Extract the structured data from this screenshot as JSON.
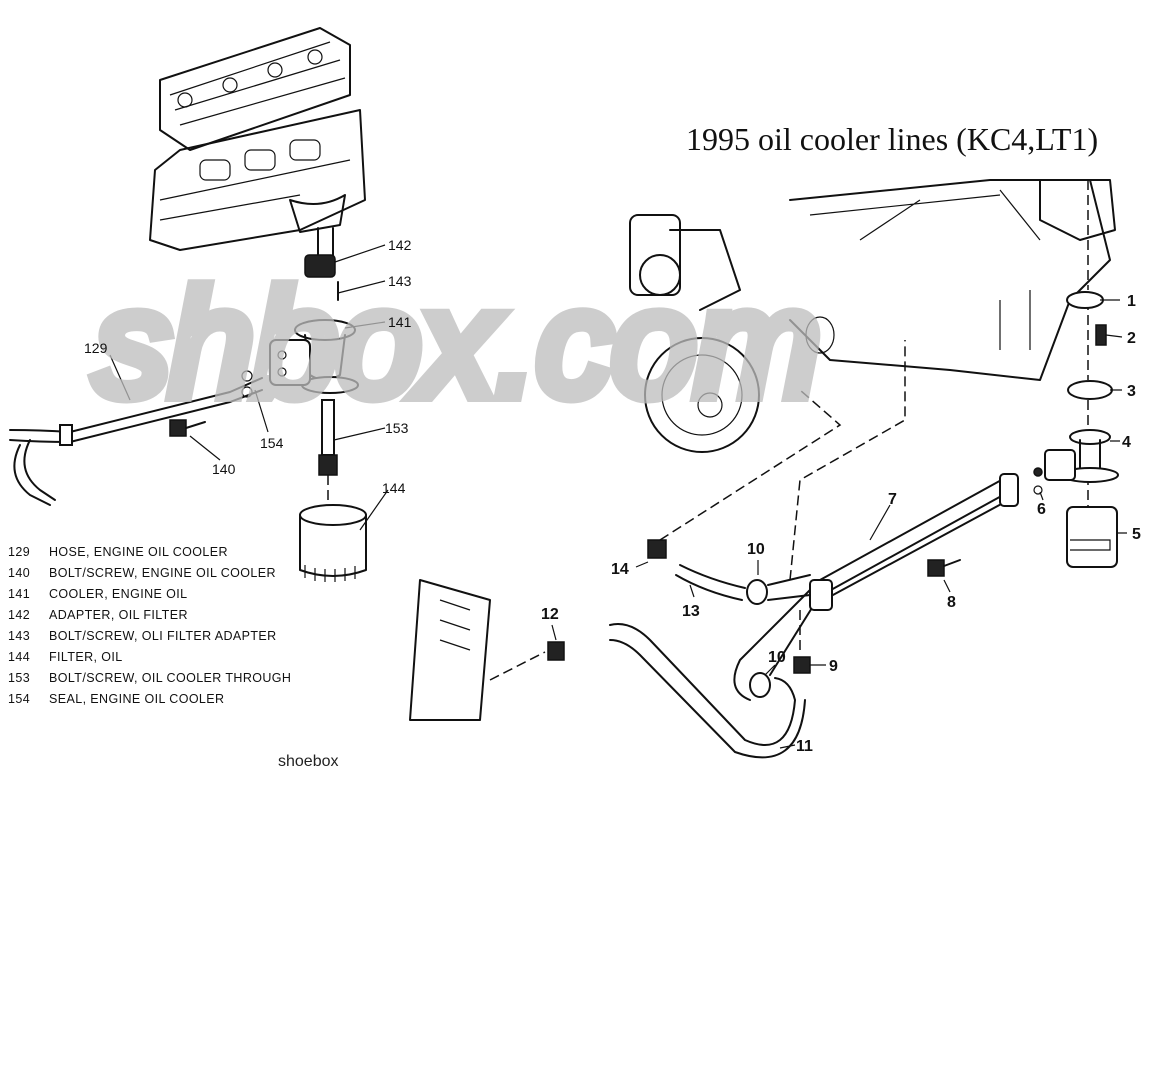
{
  "title": "1995 oil cooler lines (KC4,LT1)",
  "watermark": "shbox.com",
  "credit": "shoebox",
  "left_callouts": [
    "142",
    "143",
    "141",
    "129",
    "154",
    "140",
    "153",
    "144"
  ],
  "right_callouts": [
    "1",
    "2",
    "3",
    "4",
    "5",
    "6",
    "7",
    "8",
    "9",
    "10",
    "10",
    "11",
    "12",
    "13",
    "14"
  ],
  "legend": [
    {
      "num": "129",
      "desc": "HOSE, ENGINE OIL COOLER"
    },
    {
      "num": "140",
      "desc": "BOLT/SCREW, ENGINE OIL COOLER"
    },
    {
      "num": "141",
      "desc": "COOLER, ENGINE OIL"
    },
    {
      "num": "142",
      "desc": "ADAPTER, OIL FILTER"
    },
    {
      "num": "143",
      "desc": "BOLT/SCREW, OLI FILTER ADAPTER"
    },
    {
      "num": "144",
      "desc": "FILTER, OIL"
    },
    {
      "num": "153",
      "desc": "BOLT/SCREW, OIL COOLER THROUGH"
    },
    {
      "num": "154",
      "desc": "SEAL, ENGINE OIL COOLER"
    }
  ]
}
